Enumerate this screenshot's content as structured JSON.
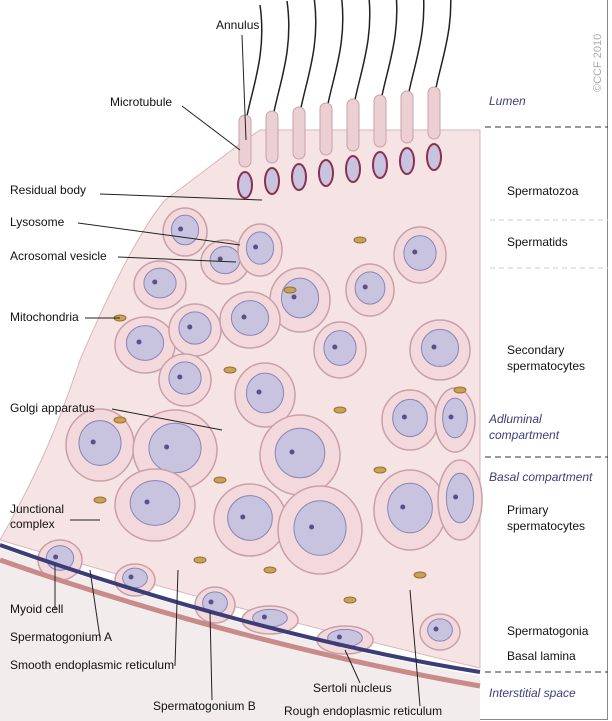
{
  "copyright": "©CCF 2010",
  "left_labels": {
    "annulus": "Annulus",
    "microtubule": "Microtubule",
    "residual_body": "Residual body",
    "lysosome": "Lysosome",
    "acrosomal_vesicle": "Acrosomal vesicle",
    "mitochondria": "Mitochondria",
    "golgi_apparatus": "Golgi apparatus",
    "junctional_complex_1": "Junctional",
    "junctional_complex_2": "complex",
    "myoid_cell": "Myoid cell",
    "spermatogonium_a": "Spermatogonium A",
    "smooth_er": "Smooth endoplasmic reticulum",
    "spermatogonium_b": "Spermatogonium B",
    "sertoli_nucleus": "Sertoli nucleus",
    "rough_er": "Rough endoplasmic reticulum"
  },
  "zones": {
    "lumen": "Lumen",
    "adluminal_1": "Adluminal",
    "adluminal_2": "compartment",
    "basal": "Basal compartment",
    "interstitial": "Interstitial space"
  },
  "stages": {
    "spermatozoa": "Spermatozoa",
    "spermatids": "Spermatids",
    "secondary_1": "Secondary",
    "secondary_2": "spermatocytes",
    "primary_1": "Primary",
    "primary_2": "spermatocytes",
    "spermatogonia": "Spermatogonia",
    "basal_lamina": "Basal lamina"
  },
  "colors": {
    "tissue": "#f6e4e4",
    "cell_membrane": "#c9a0a8",
    "nucleus": "#c8c4e0",
    "mitochondria": "#c9a25a",
    "basal_lamina": "#3c3d78",
    "zone_text": "#3b3f7a"
  }
}
